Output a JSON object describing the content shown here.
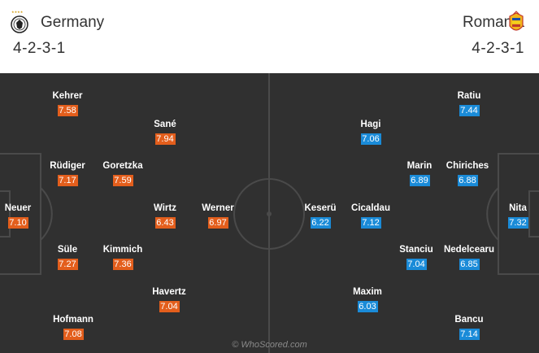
{
  "home": {
    "name": "Germany",
    "formation": "4-2-3-1",
    "crest": "germany-crest-icon",
    "color": "#e35e1c",
    "players": [
      {
        "name": "Kehrer",
        "rating": "7.58"
      },
      {
        "name": "Sané",
        "rating": "7.94"
      },
      {
        "name": "Rüdiger",
        "rating": "7.17"
      },
      {
        "name": "Goretzka",
        "rating": "7.59"
      },
      {
        "name": "Neuer",
        "rating": "7.10"
      },
      {
        "name": "Wirtz",
        "rating": "6.43"
      },
      {
        "name": "Werner",
        "rating": "6.97"
      },
      {
        "name": "Süle",
        "rating": "7.27"
      },
      {
        "name": "Kimmich",
        "rating": "7.36"
      },
      {
        "name": "Havertz",
        "rating": "7.04"
      },
      {
        "name": "Hofmann",
        "rating": "7.08"
      }
    ]
  },
  "away": {
    "name": "Romania",
    "formation": "4-2-3-1",
    "crest": "romania-crest-icon",
    "color": "#1a8bd8",
    "players": [
      {
        "name": "Ratiu",
        "rating": "7.44"
      },
      {
        "name": "Hagi",
        "rating": "7.06"
      },
      {
        "name": "Marin",
        "rating": "6.89"
      },
      {
        "name": "Chiriches",
        "rating": "6.88"
      },
      {
        "name": "Keserü",
        "rating": "6.22"
      },
      {
        "name": "Cicaldau",
        "rating": "7.12"
      },
      {
        "name": "Nita",
        "rating": "7.32"
      },
      {
        "name": "Stanciu",
        "rating": "7.04"
      },
      {
        "name": "Nedelcearu",
        "rating": "6.85"
      },
      {
        "name": "Maxim",
        "rating": "6.03"
      },
      {
        "name": "Bancu",
        "rating": "7.14"
      }
    ]
  },
  "pitch_color": "#303030",
  "watermark": "© WhoScored.com"
}
